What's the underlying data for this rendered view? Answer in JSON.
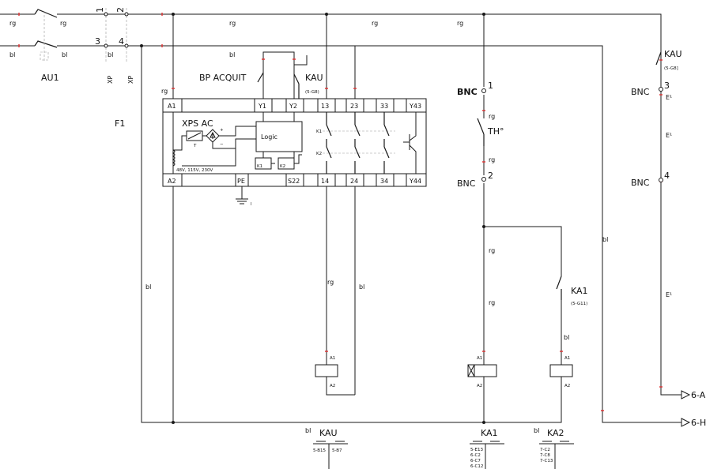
{
  "colors": {
    "wire": "#1a1a1a",
    "tick": "#e03030",
    "faint": "#9a9a9a"
  },
  "wire_labels": {
    "rg": "rg",
    "bl": "bl",
    "e": "E¹"
  },
  "left": {
    "au1": "AU1",
    "xp": "XP",
    "f1": "F1",
    "terminals": [
      "1",
      "2",
      "3",
      "4"
    ]
  },
  "module": {
    "title": "XPS AC",
    "logic": "Logic",
    "voltage": "48V, 115V, 230V",
    "t_label": "T",
    "k1": "K1",
    "k2": "K2",
    "top_terminals": [
      "A1",
      "Y1",
      "Y2",
      "13",
      "23",
      "33",
      "Y43"
    ],
    "bottom_terminals": [
      "A2",
      "PE",
      "S22",
      "14",
      "24",
      "34",
      "Y44"
    ]
  },
  "bp_acquit": "BP ACQUIT",
  "kau_contact": {
    "name": "KAU",
    "ref": "(5-G8)"
  },
  "kau_right": {
    "name": "KAU",
    "ref": "(5-G8]"
  },
  "bnc": "BNC",
  "th": "TH°",
  "contact_nums": {
    "c1": "1",
    "c2": "2",
    "c3": "3",
    "c4": "4"
  },
  "ka1_contact": {
    "name": "KA1",
    "ref": "(5-G11)"
  },
  "coil_pins": {
    "a1": "A1",
    "a2": "A2"
  },
  "outputs": {
    "out1": "6-A",
    "out2": "6-H"
  },
  "bottom": {
    "kau": {
      "name": "KAU",
      "refs": [
        "5-B15",
        "5-B7"
      ]
    },
    "ka1": {
      "name": "KA1",
      "refs": [
        "5-E13",
        "6-C2",
        "6-C7",
        "6-C12"
      ]
    },
    "ka2": {
      "name": "KA2",
      "refs": [
        "7-C2",
        "7-C8",
        "7-C13"
      ]
    }
  }
}
